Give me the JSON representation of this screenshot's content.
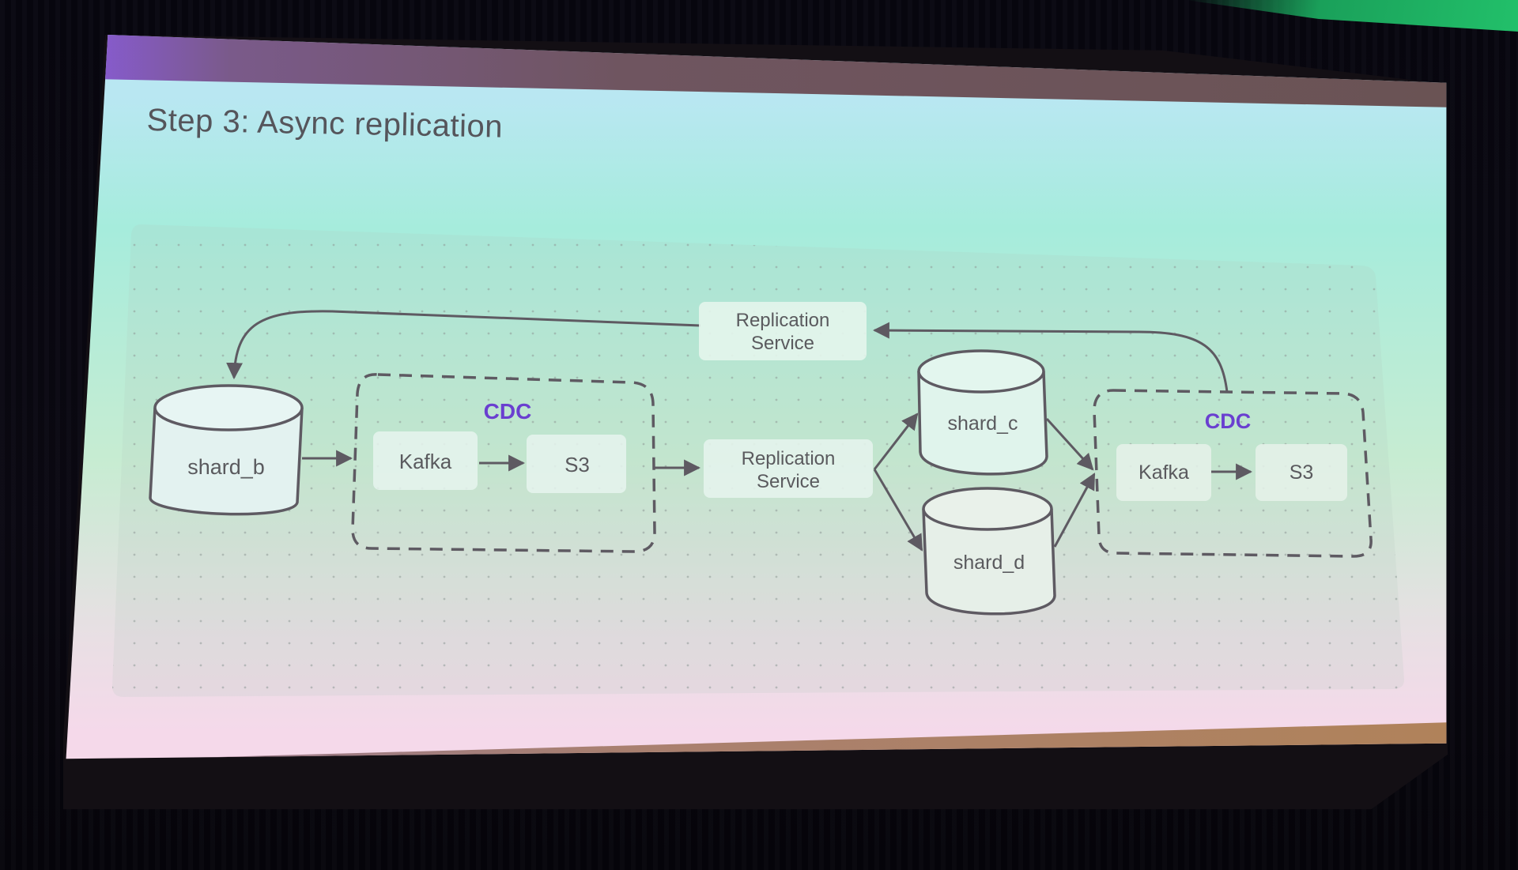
{
  "slide": {
    "title": "Step 3: Async replication"
  },
  "diagram": {
    "nodes": {
      "shard_b": "shard_b",
      "shard_c": "shard_c",
      "shard_d": "shard_d",
      "replication_service_top": "Replication Service",
      "replication_service_mid": "Replication Service",
      "cdc_left": {
        "label": "CDC",
        "kafka": "Kafka",
        "s3": "S3"
      },
      "cdc_right": {
        "label": "CDC",
        "kafka": "Kafka",
        "s3": "S3"
      }
    },
    "replication_service_lines": [
      "Replication",
      "Service"
    ],
    "edges": [
      {
        "from": "shard_b",
        "to": "cdc_left"
      },
      {
        "from": "cdc_left.kafka",
        "to": "cdc_left.s3"
      },
      {
        "from": "cdc_left",
        "to": "replication_service_mid"
      },
      {
        "from": "replication_service_mid",
        "to": "shard_c"
      },
      {
        "from": "replication_service_mid",
        "to": "shard_d"
      },
      {
        "from": "shard_c",
        "to": "cdc_right"
      },
      {
        "from": "shard_d",
        "to": "cdc_right"
      },
      {
        "from": "cdc_right.kafka",
        "to": "cdc_right.s3"
      },
      {
        "from": "cdc_right",
        "to": "replication_service_top"
      },
      {
        "from": "replication_service_top",
        "to": "shard_b"
      }
    ],
    "colors": {
      "accent": "#6a3fd0",
      "stroke": "#5e5a62",
      "box_fill": "#e6f3ee"
    }
  }
}
